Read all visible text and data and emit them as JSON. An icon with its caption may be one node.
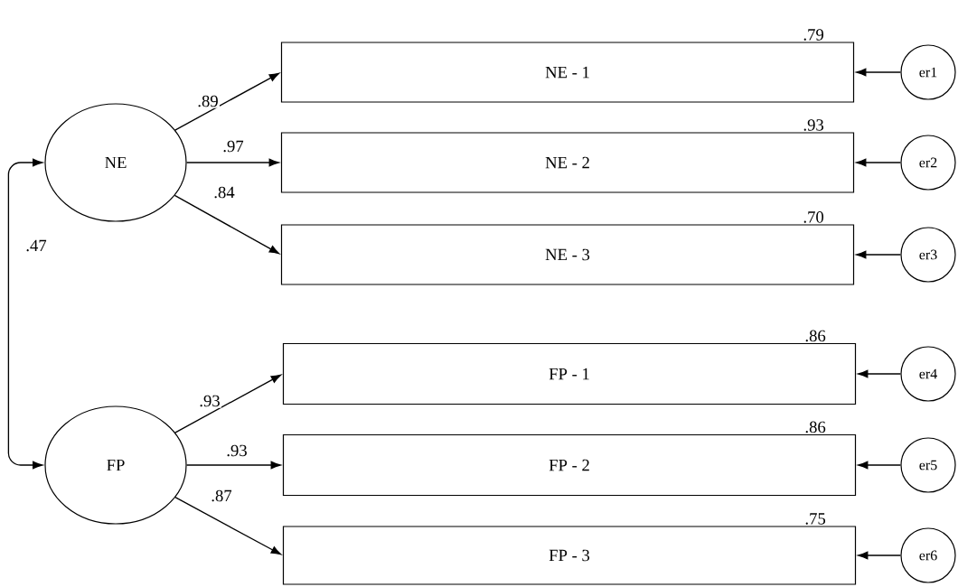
{
  "diagram": {
    "nodes": [
      {
        "text": [
          "NE"
        ]
      },
      {
        "text": [
          "NE - 1"
        ],
        "beside": [
          ".79"
        ]
      },
      {
        "text": [
          "NE - 2"
        ],
        "beside": [
          ".93"
        ]
      },
      {
        "text": [
          "NE - 3"
        ],
        "beside": [
          ".70"
        ]
      },
      {
        "text": [
          "FP"
        ]
      },
      {
        "text": [
          "FP - 1"
        ],
        "beside": [
          ".86"
        ]
      },
      {
        "text": [
          "FP - 2"
        ],
        "beside": [
          ".86"
        ]
      },
      {
        "text": [
          "FP - 3"
        ],
        "beside": [
          ".75"
        ]
      },
      {
        "text": [
          "er1"
        ]
      },
      {
        "text": [
          "er2"
        ]
      },
      {
        "text": [
          "er3"
        ]
      },
      {
        "text": [
          "er4"
        ]
      },
      {
        "text": [
          "er5"
        ]
      },
      {
        "text": [
          "er6"
        ]
      }
    ],
    "edges": [
      {
        "from": 0,
        "to": 1,
        "arrow": "to",
        "label": ".89"
      },
      {
        "from": 0,
        "to": 2,
        "arrow": "to",
        "label": ".97"
      },
      {
        "from": 0,
        "to": 3,
        "arrow": "to",
        "label": ".84"
      },
      {
        "from": 4,
        "to": 5,
        "arrow": "to",
        "label": ".93"
      },
      {
        "from": 4,
        "to": 6,
        "arrow": "to",
        "label": ".93"
      },
      {
        "from": 4,
        "to": 7,
        "arrow": "to",
        "label": ".87"
      },
      {
        "from": 8,
        "to": 1,
        "arrow": "to"
      },
      {
        "from": 9,
        "to": 2,
        "arrow": "to"
      },
      {
        "from": 10,
        "to": 3,
        "arrow": "to"
      },
      {
        "from": 11,
        "to": 5,
        "arrow": "to"
      },
      {
        "from": 12,
        "to": 6,
        "arrow": "to"
      },
      {
        "from": 13,
        "to": 7,
        "arrow": "to"
      },
      {
        "from": 0,
        "to": 4,
        "arrow": "both",
        "label": ".47"
      }
    ]
  }
}
